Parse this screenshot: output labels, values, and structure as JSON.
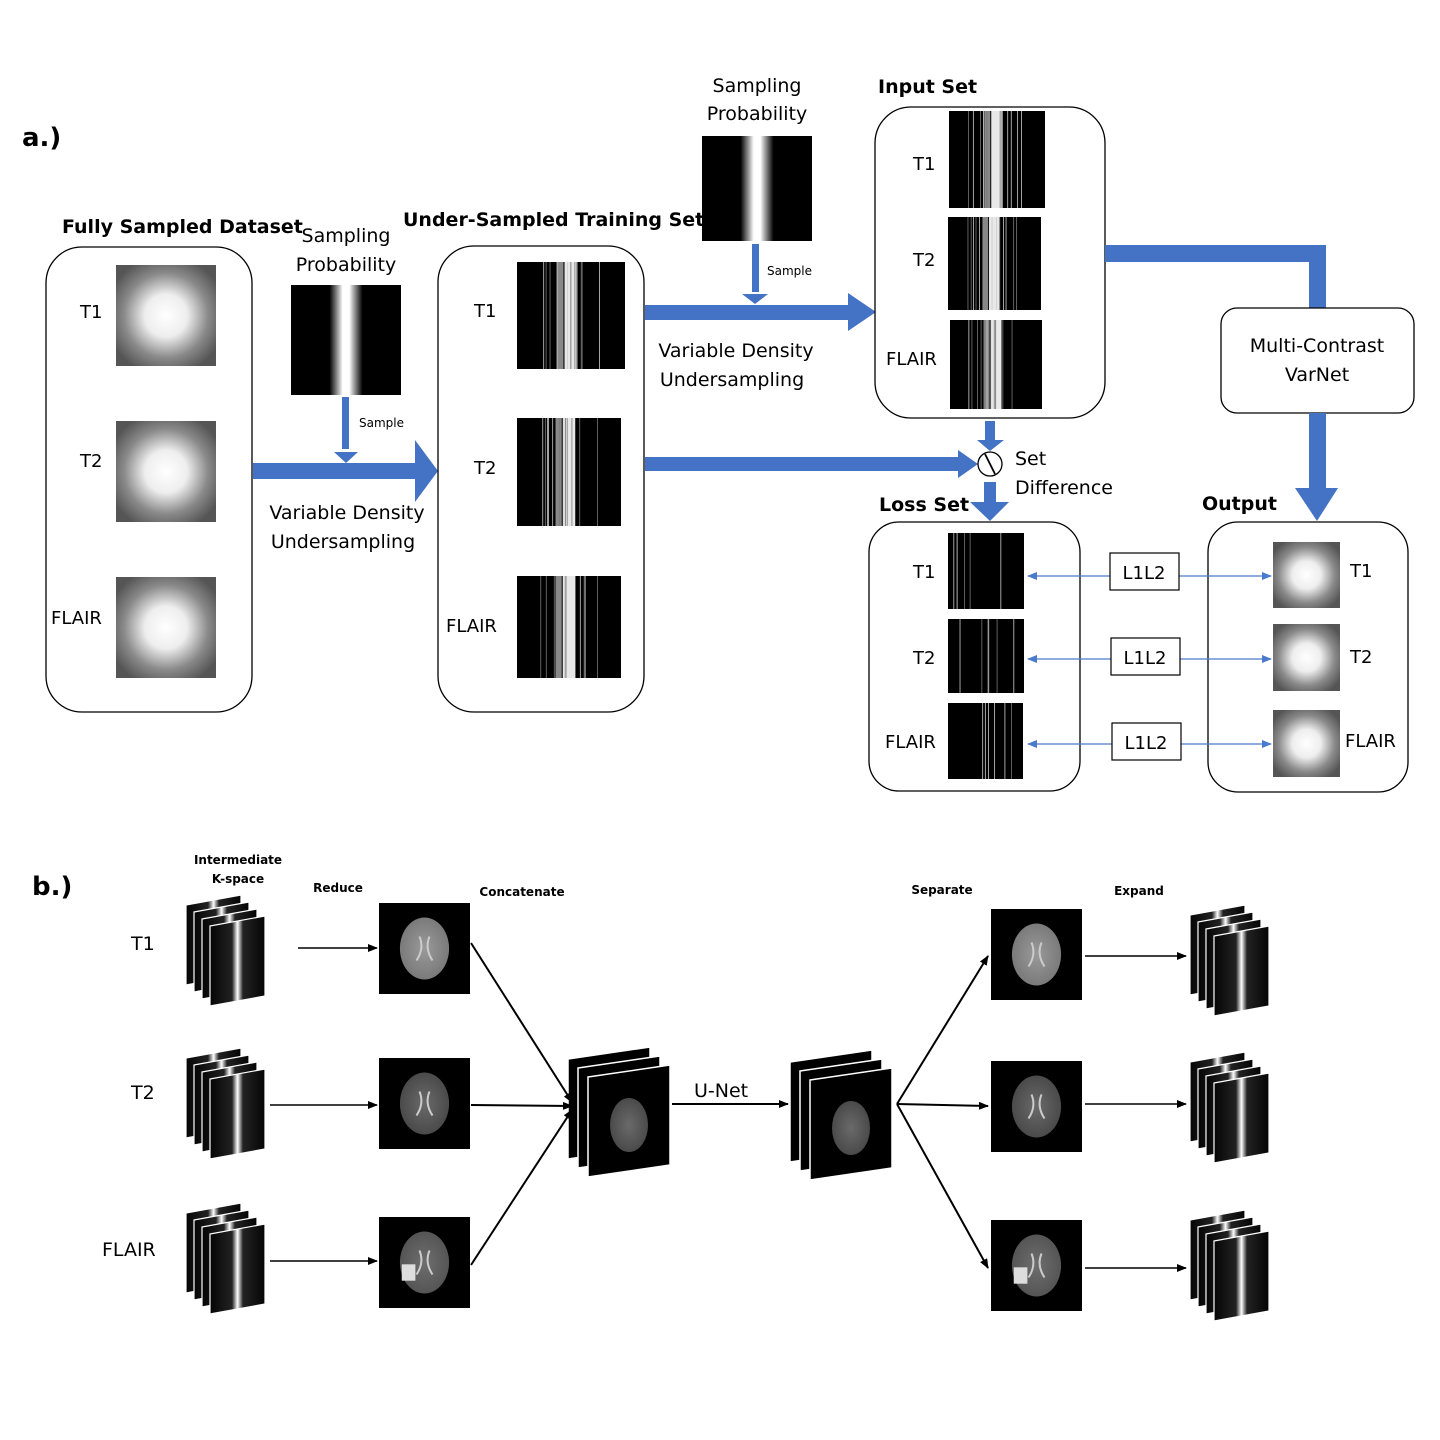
{
  "colors": {
    "accent_blue": "#4472C4",
    "thin_blue": "#4A7ACB",
    "box_stroke": "#000000",
    "image_black": "#000000"
  },
  "panel_a": {
    "label": "a.)",
    "fully_sampled": {
      "title": "Fully Sampled Dataset",
      "rows": [
        "T1",
        "T2",
        "FLAIR"
      ]
    },
    "sampling_probability_1": {
      "line1": "Sampling",
      "line2": "Probability",
      "sample_label": "Sample"
    },
    "vd_undersampling_1": {
      "line1": "Variable Density",
      "line2": "Undersampling"
    },
    "training_set": {
      "title": "Under-Sampled Training Set",
      "rows": [
        "T1",
        "T2",
        "FLAIR"
      ]
    },
    "sampling_probability_2": {
      "line1": "Sampling",
      "line2": "Probability",
      "sample_label": "Sample"
    },
    "vd_undersampling_2": {
      "line1": "Variable Density",
      "line2": "Undersampling"
    },
    "input_set": {
      "title": "Input Set",
      "rows": [
        "T1",
        "T2",
        "FLAIR"
      ]
    },
    "network": {
      "line1": "Multi-Contrast",
      "line2": "VarNet"
    },
    "set_difference": {
      "line1": "Set",
      "line2": "Difference",
      "symbol": "\\"
    },
    "loss_set": {
      "title": "Loss Set",
      "rows": [
        "T1",
        "T2",
        "FLAIR"
      ]
    },
    "output": {
      "title": "Output",
      "rows": [
        "T1",
        "T2",
        "FLAIR"
      ]
    },
    "loss_labels": [
      "L1L2",
      "L1L2",
      "L1L2"
    ]
  },
  "panel_b": {
    "label": "b.)",
    "headers": {
      "kspace_line1": "Intermediate",
      "kspace_line2": "K-space",
      "reduce": "Reduce",
      "concatenate": "Concatenate",
      "separate": "Separate",
      "expand": "Expand"
    },
    "rows": [
      "T1",
      "T2",
      "FLAIR"
    ],
    "unet_label": "U-Net"
  }
}
